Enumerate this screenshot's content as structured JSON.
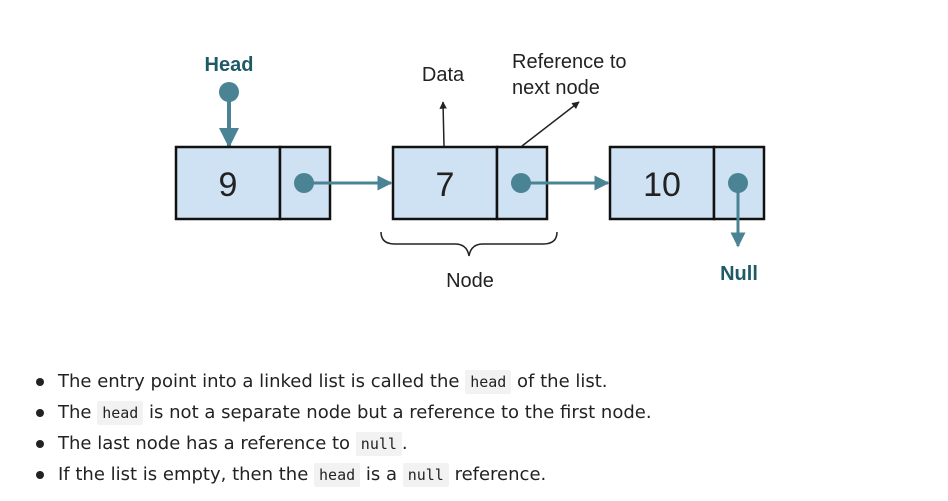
{
  "diagram": {
    "head_label": "Head",
    "data_label": "Data",
    "reference_label_line1": "Reference to",
    "reference_label_line2": "next node",
    "node_label": "Node",
    "null_label": "Null",
    "nodes": [
      {
        "value": "9"
      },
      {
        "value": "7"
      },
      {
        "value": "10"
      }
    ],
    "colors": {
      "box_fill": "#cfe2f3",
      "box_stroke": "#111111",
      "pointer": "#4a8494",
      "label_accent": "#1f5a69"
    }
  },
  "bullets": [
    {
      "before": "The entry point into a linked list is called the ",
      "code": "head",
      "after": " of the list."
    },
    {
      "before": "The ",
      "code": "head",
      "after": " is not a separate node but a reference to the first node."
    },
    {
      "before": "The last node has a reference to ",
      "code": "null",
      "after": "."
    },
    {
      "before": "If the list is empty, then the ",
      "code": "head",
      "after": " is a ",
      "code2": "null",
      "after2": " reference."
    }
  ]
}
